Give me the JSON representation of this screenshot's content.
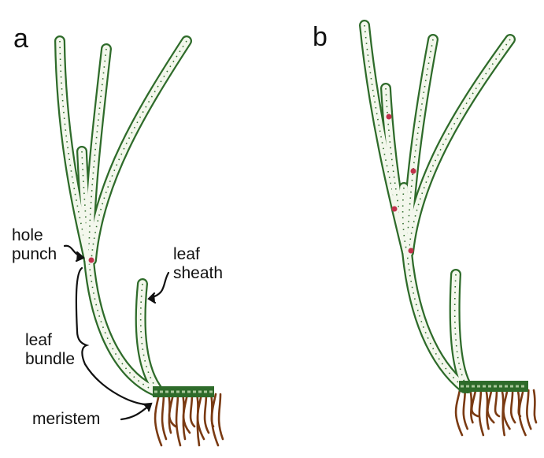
{
  "panels": [
    {
      "label": "a"
    },
    {
      "label": "b"
    }
  ],
  "labels": {
    "hole_punch": [
      "hole",
      "punch"
    ],
    "leaf_sheath": [
      "leaf",
      "sheath"
    ],
    "leaf_bundle": [
      "leaf",
      "bundle"
    ],
    "meristem": "meristem"
  },
  "colors": {
    "leaf_outline": "#2e6b2a",
    "leaf_fill": "#f3f7ec",
    "root": "#7a3a12",
    "mark": "#c0304a"
  }
}
